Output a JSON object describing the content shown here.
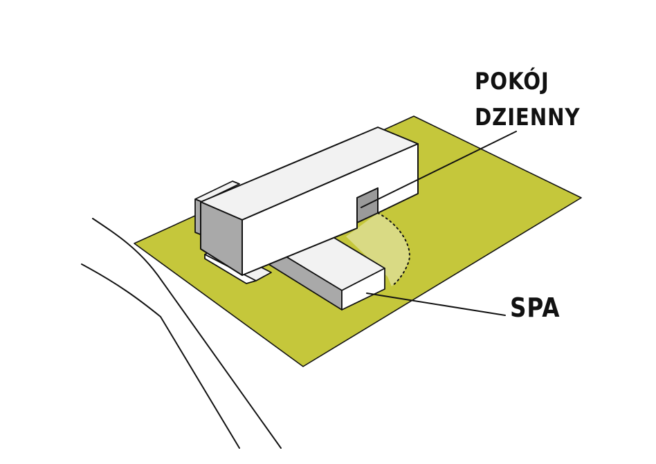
{
  "labels": {
    "living_room_line1": "POKÓJ",
    "living_room_line2": "DZIENNY",
    "spa": "SPA"
  },
  "colors": {
    "site": "#c5c73b",
    "glass_swing_highlight": "#d9da84",
    "volume_top": "#f2f2f2",
    "volume_front": "#ffffff",
    "volume_side": "#a9a9a9",
    "ink": "#111111"
  }
}
